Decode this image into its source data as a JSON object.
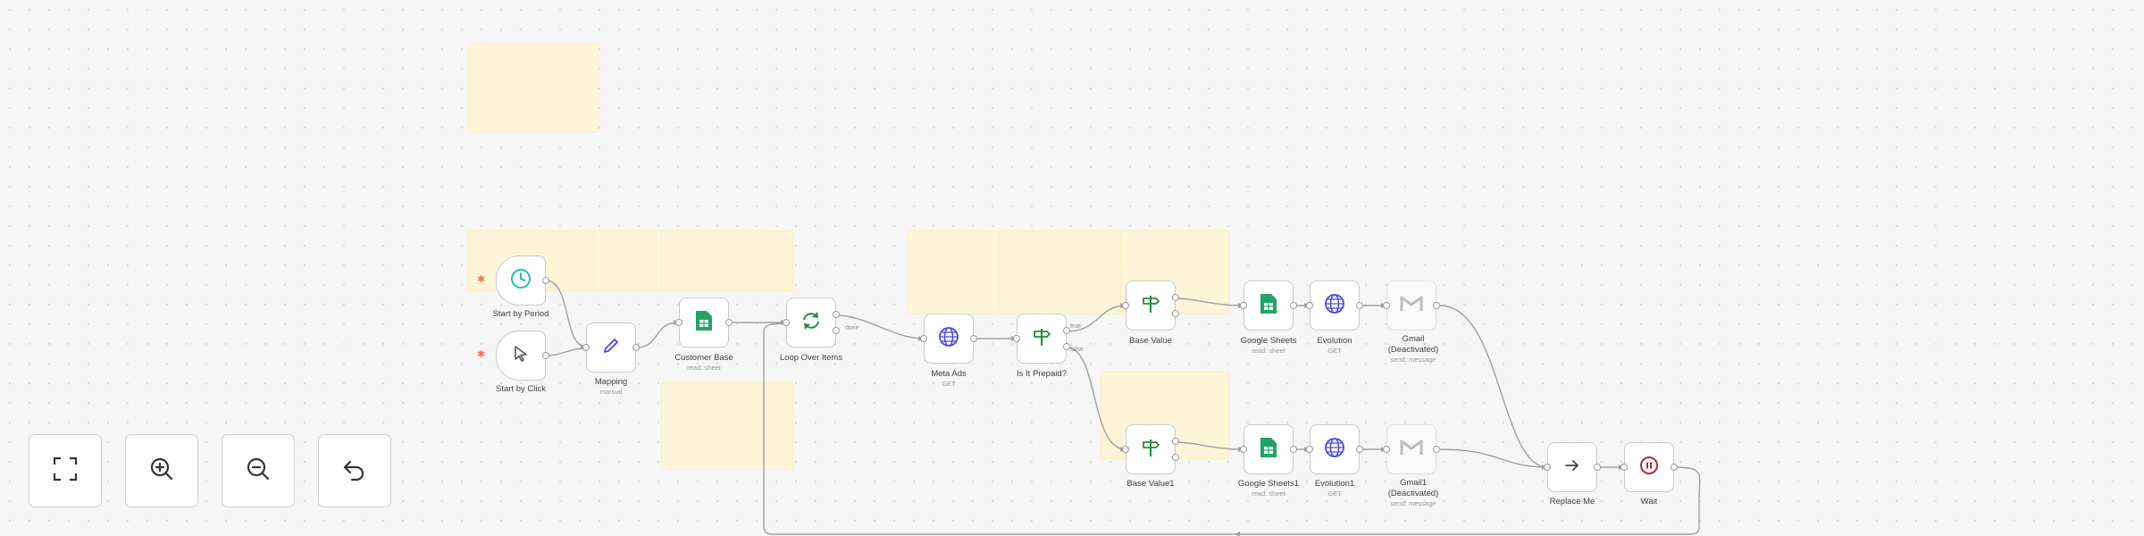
{
  "workflow": {
    "nodes": {
      "start_period": {
        "label": "Start by Period",
        "sub": "",
        "icon": "clock-icon"
      },
      "start_click": {
        "label": "Start by Click",
        "sub": "",
        "icon": "cursor-icon"
      },
      "mapping": {
        "label": "Mapping",
        "sub": "manual",
        "icon": "pencil-icon"
      },
      "customer_base": {
        "label": "Customer Base",
        "sub": "read: sheet",
        "icon": "sheets-icon"
      },
      "loop": {
        "label": "Loop Over Items",
        "sub": "",
        "icon": "loop-icon"
      },
      "meta_ads": {
        "label": "Meta Ads",
        "sub": "GET",
        "icon": "globe-icon"
      },
      "is_prepaid": {
        "label": "Is It Prepaid?",
        "sub": "",
        "icon": "signpost-icon"
      },
      "base_value": {
        "label": "Base Value",
        "sub": "",
        "icon": "signpost-icon"
      },
      "google_sheets": {
        "label": "Google Sheets",
        "sub": "read: sheet",
        "icon": "sheets-icon"
      },
      "evolution": {
        "label": "Evolution",
        "sub": "GET",
        "icon": "globe-icon"
      },
      "gmail": {
        "label": "Gmail\n(Deactivated)",
        "sub": "send: message",
        "icon": "gmail-icon"
      },
      "base_value1": {
        "label": "Base Value1",
        "sub": "",
        "icon": "signpost-icon"
      },
      "google_sheets1": {
        "label": "Google Sheets1",
        "sub": "read: sheet",
        "icon": "sheets-icon"
      },
      "evolution1": {
        "label": "Evolution1",
        "sub": "GET",
        "icon": "globe-icon"
      },
      "gmail1": {
        "label": "Gmail1\n(Deactivated)",
        "sub": "send: message",
        "icon": "gmail-icon"
      },
      "replace_me": {
        "label": "Replace Me",
        "sub": "",
        "icon": "arrow-right-icon"
      },
      "wait": {
        "label": "Wait",
        "sub": "",
        "icon": "pause-icon"
      }
    },
    "edge_labels": {
      "loop_done": "done",
      "prepaid_true": "true",
      "prepaid_false": "false"
    }
  },
  "controls": {
    "fit": "fit-view-icon",
    "zoom_in": "zoom-in-icon",
    "zoom_out": "zoom-out-icon",
    "undo": "undo-icon"
  },
  "colors": {
    "sticky": "#fff5d8",
    "sheets_green": "#21a366",
    "http_blue": "#4a4ae0",
    "teal": "#2bbaa5",
    "if_green": "#1e8e3e",
    "wait_red": "#a82b3d",
    "trigger_bolt": "#ff6d5a"
  }
}
